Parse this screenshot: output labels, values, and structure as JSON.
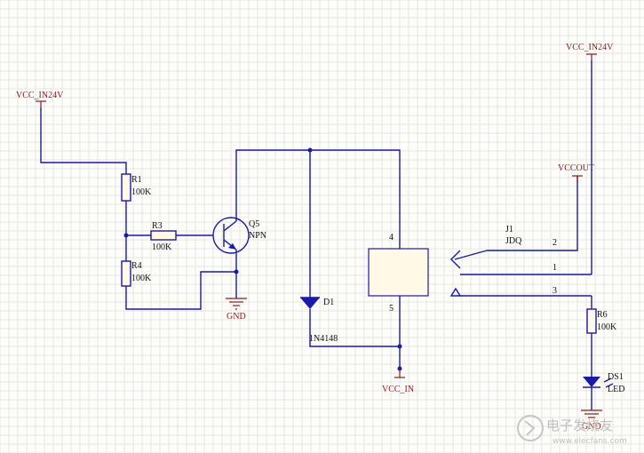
{
  "nets": {
    "vcc_in24v_left": "VCC_IN24V",
    "vcc_in24v_right": "VCC_IN24V",
    "vccout": "VCCOUT",
    "vcc_in": "VCC_IN",
    "gnd_q5": "GND",
    "gnd_led": "GND"
  },
  "components": {
    "r1": {
      "ref": "R1",
      "value": "100K"
    },
    "r3": {
      "ref": "R3",
      "value": "100K"
    },
    "r4": {
      "ref": "R4",
      "value": "100K"
    },
    "r6": {
      "ref": "R6",
      "value": "100K"
    },
    "q5": {
      "ref": "Q5",
      "value": "NPN"
    },
    "d1": {
      "ref": "D1",
      "value": "1N4148"
    },
    "ds1": {
      "ref": "DS1",
      "value": "LED"
    },
    "j1": {
      "ref": "J1",
      "value": "JDQ"
    }
  },
  "pins": {
    "p4": "4",
    "p5": "5",
    "p2": "2",
    "p1": "1",
    "p3": "3"
  },
  "watermark": {
    "text": "电子发烧友",
    "url": "www.elecfans.com"
  }
}
